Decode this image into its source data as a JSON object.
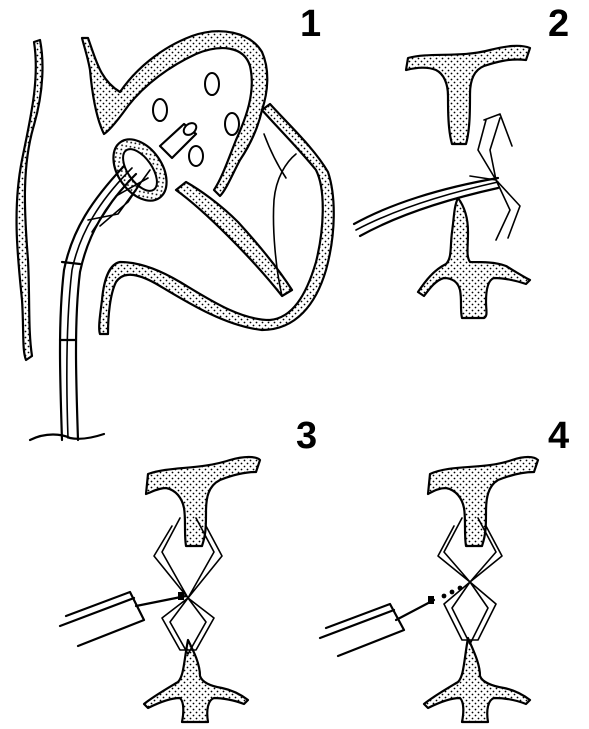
{
  "panels": [
    {
      "label": "1"
    },
    {
      "label": "2"
    },
    {
      "label": "3"
    },
    {
      "label": "4"
    }
  ],
  "colors": {
    "ink": "#000000",
    "background": "#ffffff"
  }
}
